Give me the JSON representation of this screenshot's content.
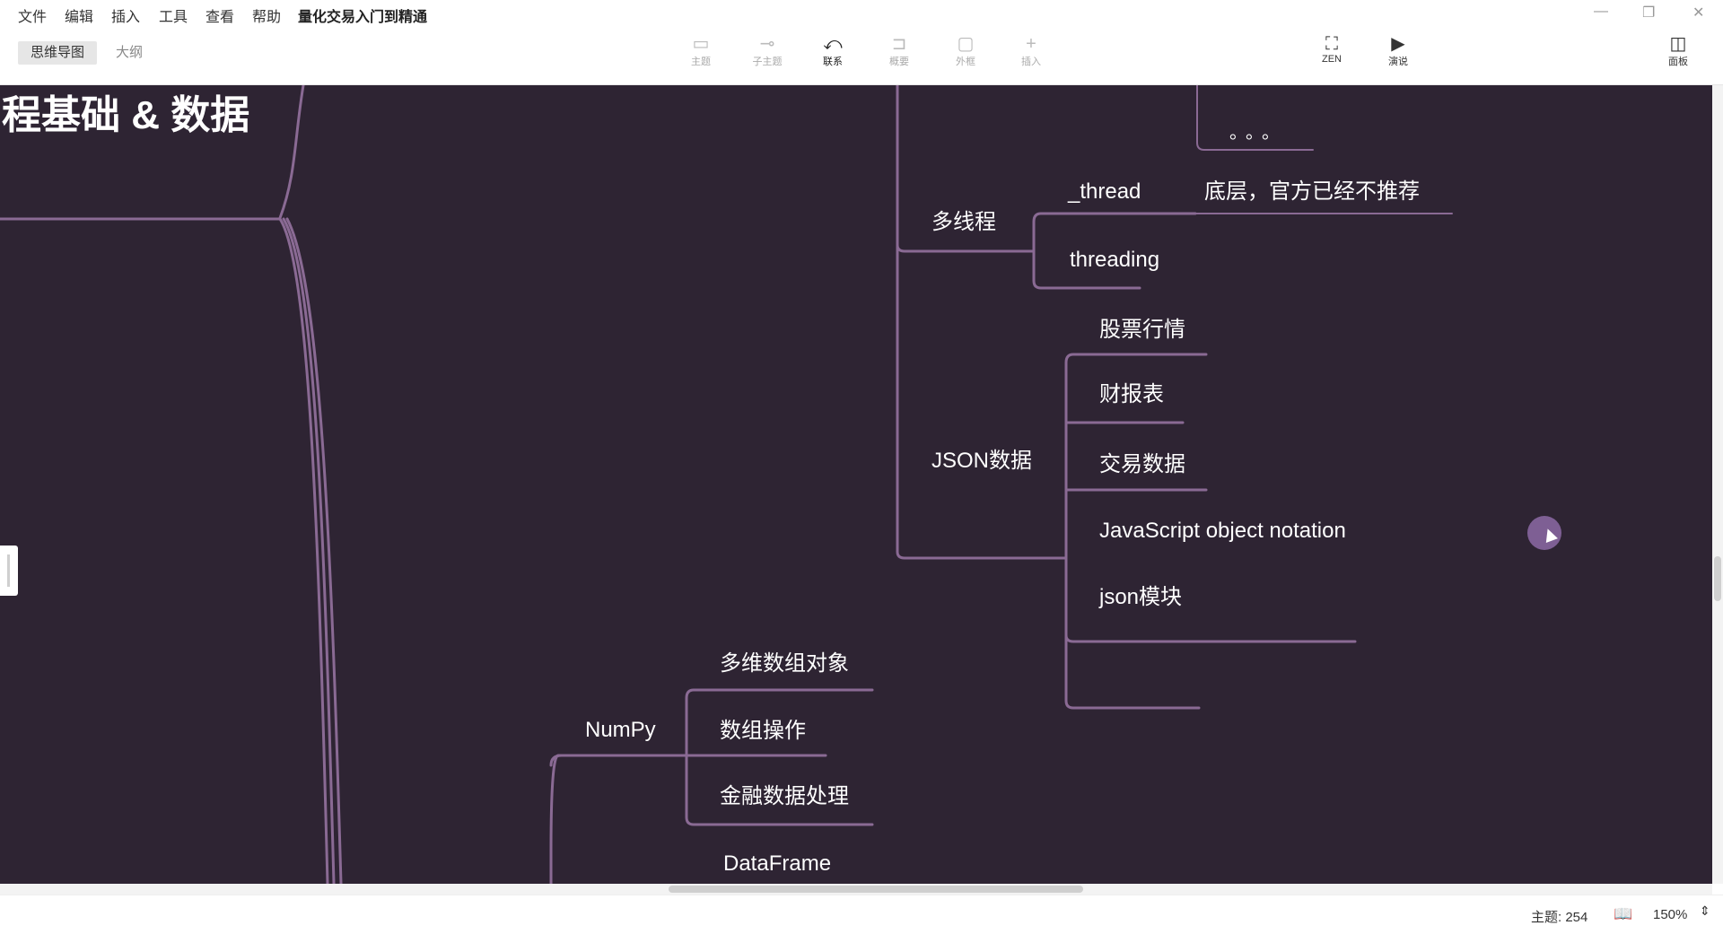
{
  "menu": {
    "items": [
      "文件",
      "编辑",
      "插入",
      "工具",
      "查看",
      "帮助"
    ],
    "title": "量化交易入门到精通"
  },
  "view_tabs": {
    "mindmap": "思维导图",
    "outline": "大纲"
  },
  "toolbar": {
    "topic": {
      "label": "主题",
      "icon": "topic-icon"
    },
    "subtopic": {
      "label": "子主题",
      "icon": "subtopic-icon"
    },
    "relationship": {
      "label": "联系",
      "icon": "relationship-icon"
    },
    "summary": {
      "label": "概要",
      "icon": "summary-icon"
    },
    "boundary": {
      "label": "外框",
      "icon": "boundary-icon"
    },
    "insert": {
      "label": "插入",
      "icon": "plus-icon"
    },
    "zen": {
      "label": "ZEN",
      "icon": "fullscreen-icon"
    },
    "present": {
      "label": "演说",
      "icon": "presentation-icon"
    },
    "panel": {
      "label": "面板",
      "icon": "panel-icon"
    }
  },
  "mindmap": {
    "root": "程基础 & 数据",
    "nodes": {
      "ellipsis": "。。。",
      "multithreading": "多线程",
      "thread": "_thread",
      "thread_note": "底层，官方已经不推荐",
      "threading": "threading",
      "json": "JSON数据",
      "stock_quotes": "股票行情",
      "financial_reports": "财报表",
      "trade_data": "交易数据",
      "js_object_notation": "JavaScript object notation",
      "json_module": "json模块",
      "numpy": "NumPy",
      "ndarray": "多维数组对象",
      "array_ops": "数组操作",
      "finance_processing": "金融数据处理",
      "dataframe": "DataFrame"
    },
    "colors": {
      "background": "#2e2433",
      "branch": "#8a6a94",
      "text": "#ffffff"
    }
  },
  "status": {
    "topics": "主题: 254",
    "zoom": "150%"
  }
}
